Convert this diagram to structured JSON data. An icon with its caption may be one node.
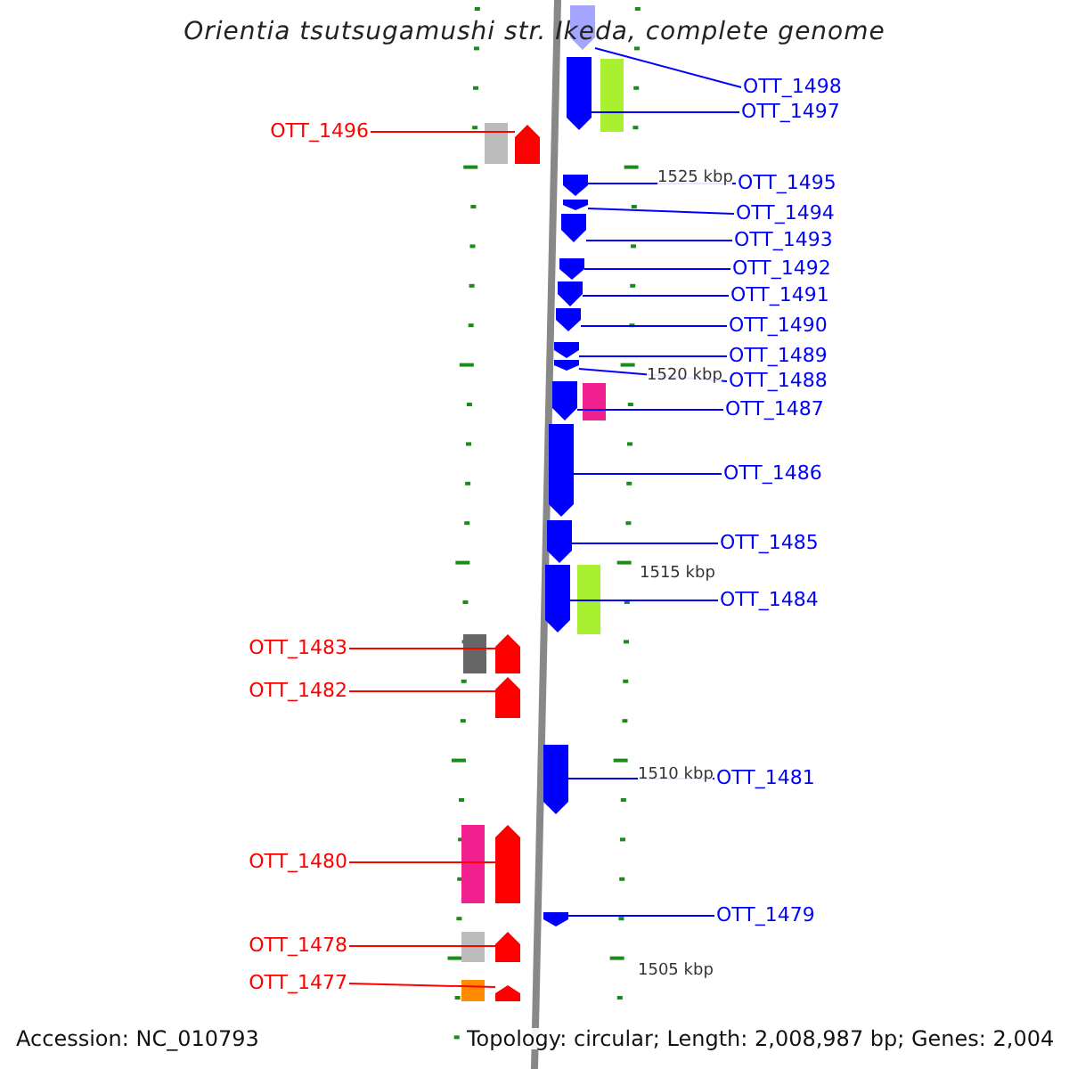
{
  "diagram": {
    "title": "Orientia tsutsugamushi str. Ikeda, complete genome",
    "nodes": [
      {
        "text": [
          "OTT_1498"
        ]
      },
      {
        "text": [],
        "shape": "pentagon"
      },
      {
        "text": [
          "OTT_1497"
        ]
      },
      {
        "text": [],
        "shape": "pentagon"
      },
      {
        "text": [
          "OTT_1496"
        ]
      },
      {
        "text": [],
        "shape": "pentagon"
      },
      {
        "text": [
          "OTT_1495"
        ]
      },
      {
        "text": [],
        "shape": "pentagon"
      },
      {
        "text": [
          "OTT_1494"
        ]
      },
      {
        "text": [],
        "shape": "pentagon"
      },
      {
        "text": [
          "OTT_1493"
        ]
      },
      {
        "text": [],
        "shape": "pentagon"
      },
      {
        "text": [
          "OTT_1492"
        ]
      },
      {
        "text": [],
        "shape": "pentagon"
      },
      {
        "text": [
          "OTT_1491"
        ]
      },
      {
        "text": [],
        "shape": "pentagon"
      },
      {
        "text": [
          "OTT_1490"
        ]
      },
      {
        "text": [],
        "shape": "pentagon"
      },
      {
        "text": [
          "OTT_1489"
        ]
      },
      {
        "text": [],
        "shape": "pentagon"
      },
      {
        "text": [
          "OTT_1488"
        ]
      },
      {
        "text": [],
        "shape": "pentagon"
      },
      {
        "text": [
          "OTT_1487"
        ]
      },
      {
        "text": [],
        "shape": "pentagon"
      },
      {
        "text": [
          "OTT_1486"
        ]
      },
      {
        "text": [],
        "shape": "pentagon"
      },
      {
        "text": [
          "OTT_1485"
        ]
      },
      {
        "text": [],
        "shape": "pentagon"
      },
      {
        "text": [
          "OTT_1484"
        ]
      },
      {
        "text": [],
        "shape": "pentagon"
      },
      {
        "text": [
          "OTT_1483"
        ]
      },
      {
        "text": [],
        "shape": "pentagon"
      },
      {
        "text": [
          "OTT_1482"
        ]
      },
      {
        "text": [],
        "shape": "pentagon"
      },
      {
        "text": [
          "OTT_1481"
        ]
      },
      {
        "text": [],
        "shape": "pentagon"
      },
      {
        "text": [
          "OTT_1480"
        ]
      },
      {
        "text": [],
        "shape": "pentagon"
      },
      {
        "text": [
          "OTT_1479"
        ]
      },
      {
        "text": [],
        "shape": "pentagon"
      },
      {
        "text": [
          "OTT_1478"
        ]
      },
      {
        "text": [],
        "shape": "pentagon"
      },
      {
        "text": [
          "OTT_1477"
        ]
      },
      {
        "text": [],
        "shape": "pentagon"
      }
    ],
    "edges": [
      {
        "from": 0,
        "to": 1,
        "arrow": "none"
      },
      {
        "from": 2,
        "to": 3,
        "arrow": "none"
      },
      {
        "from": 4,
        "to": 5,
        "arrow": "none",
        "color": "#ff0000"
      },
      {
        "from": 6,
        "to": 7,
        "arrow": "none"
      },
      {
        "from": 8,
        "to": 9,
        "arrow": "none"
      },
      {
        "from": 10,
        "to": 11,
        "arrow": "none"
      },
      {
        "from": 12,
        "to": 13,
        "arrow": "none"
      },
      {
        "from": 14,
        "to": 15,
        "arrow": "none"
      },
      {
        "from": 16,
        "to": 17,
        "arrow": "none"
      },
      {
        "from": 18,
        "to": 19,
        "arrow": "none"
      },
      {
        "from": 20,
        "to": 21,
        "arrow": "none"
      },
      {
        "from": 22,
        "to": 23,
        "arrow": "none"
      },
      {
        "from": 24,
        "to": 25,
        "arrow": "none"
      },
      {
        "from": 26,
        "to": 27,
        "arrow": "none"
      },
      {
        "from": 28,
        "to": 29,
        "arrow": "none"
      },
      {
        "from": 30,
        "to": 31,
        "arrow": "none",
        "color": "#ff0000"
      },
      {
        "from": 32,
        "to": 33,
        "arrow": "none",
        "color": "#ff0000"
      },
      {
        "from": 34,
        "to": 35,
        "arrow": "none"
      },
      {
        "from": 36,
        "to": 37,
        "arrow": "none",
        "color": "#ff0000"
      },
      {
        "from": 38,
        "to": 39,
        "arrow": "none"
      },
      {
        "from": 40,
        "to": 41,
        "arrow": "none",
        "color": "#ff0000"
      },
      {
        "from": 42,
        "to": 43,
        "arrow": "none",
        "color": "#ff0000"
      }
    ],
    "labels": [
      "1525 kbp",
      "1520 kbp",
      "1515 kbp",
      "1510 kbp",
      "1505 kbp",
      "Accession: NC_010793",
      "Topology: circular; Length: 2,008,987 bp; Genes: 2,004"
    ]
  }
}
